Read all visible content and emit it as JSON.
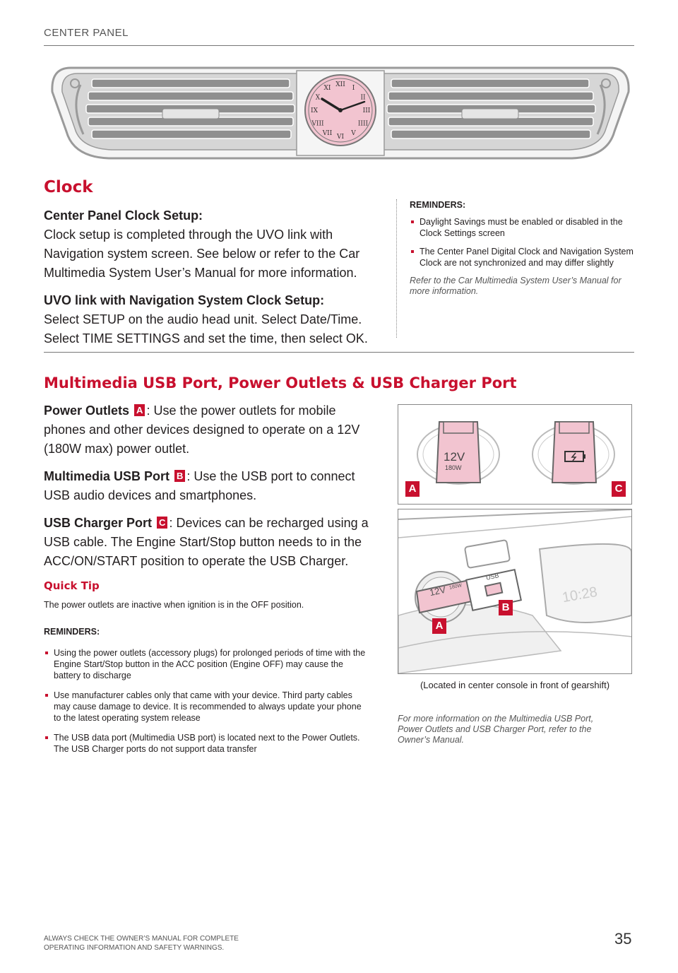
{
  "header": {
    "section": "CENTER PANEL"
  },
  "clock": {
    "title": "Clock",
    "setup_heading": "Center Panel Clock Setup:",
    "setup_text": "Clock setup is completed through the UVO link with Navigation system screen. See below or refer to the Car Multimedia System User’s Manual for more information.",
    "uvo_heading": "UVO link with Navigation System Clock Setup:",
    "uvo_text": "Select SETUP on the audio head unit. Select Date/Time. Select TIME SETTINGS and set the time, then select OK.",
    "reminders_heading": "REMINDERS:",
    "reminders": [
      "Daylight Savings must be enabled or disabled in the Clock Settings screen",
      "The Center Panel Digital Clock and Navigation System Clock are not synchronized and may differ slightly"
    ],
    "refer_note": "Refer to the Car Multimedia System User’s Manual for more information.",
    "numerals": [
      "XII",
      "I",
      "II",
      "III",
      "IIII",
      "V",
      "VI",
      "VII",
      "VIII",
      "IX",
      "X",
      "XI"
    ]
  },
  "usb": {
    "title": "Multimedia USB Port, Power Outlets & USB Charger Port",
    "power_heading": "Power Outlets",
    "power_badge": "A",
    "power_text": ": Use the power outlets for mobile phones and other devices designed to operate on a 12V (180W max) power outlet.",
    "usb_heading": "Multimedia USB Port",
    "usb_badge": "B",
    "usb_text": ": Use the USB port to connect USB audio devices and smartphones.",
    "charger_heading": "USB Charger Port",
    "charger_badge": "C",
    "charger_text": ": Devices can be recharged using a USB cable. The Engine Start/Stop button needs to in the ACC/ON/START position to operate the USB Charger.",
    "quick_tip_heading": "Quick Tip",
    "quick_tip_text": "The power outlets are inactive when ignition is in the OFF position.",
    "reminders_heading": "REMINDERS:",
    "reminders": [
      "Using the power outlets (accessory plugs) for prolonged periods of time with the Engine Start/Stop button in the ACC position (Engine OFF) may cause the battery to discharge",
      "Use manufacturer cables only that came with your device. Third party cables may cause damage to device. It is recommended to always update your phone to the latest operating system release",
      "The USB data port (Multimedia USB port) is located next to the Power Outlets. The USB Charger ports do not support data transfer"
    ],
    "caption": "(Located in center console in front of gearshift)",
    "more_info": "For more information on the Multimedia USB Port, Power Outlets and USB Charger Port, refer to the Owner’s Manual.",
    "outlet_12v": "12V",
    "outlet_180w": "180W",
    "console_12v": "12V",
    "console_180w": "180W",
    "console_usb": "USB",
    "console_time": "10:28",
    "label_a": "A",
    "label_b": "B",
    "label_c": "C"
  },
  "footer": {
    "warning": "ALWAYS CHECK THE OWNER’S MANUAL FOR COMPLETE OPERATING INFORMATION AND SAFETY WARNINGS.",
    "page_number": "35"
  },
  "colors": {
    "accent": "#c8102e",
    "pink": "#f2c4d0",
    "gray": "#9a9a9a"
  }
}
